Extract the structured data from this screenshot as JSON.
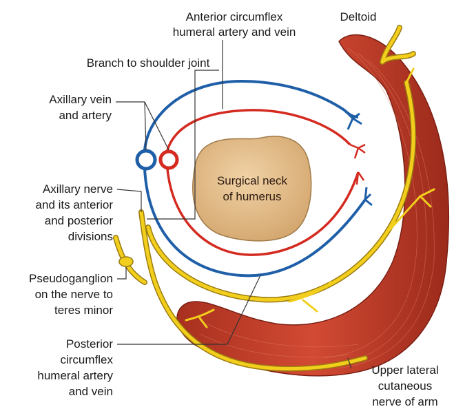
{
  "labels": {
    "anterior_circumflex": [
      "Anterior circumflex",
      "humeral artery and vein"
    ],
    "deltoid": "Deltoid",
    "branch_shoulder": "Branch to shoulder joint",
    "axillary_vein_artery": [
      "Axillary vein",
      "and artery"
    ],
    "surgical_neck": [
      "Surgical neck",
      "of humerus"
    ],
    "axillary_nerve": [
      "Axillary nerve",
      "and its anterior",
      "and posterior",
      "divisions"
    ],
    "pseudoganglion": [
      "Pseudoganglion",
      "on the nerve to",
      "teres minor"
    ],
    "posterior_circumflex": [
      "Posterior",
      "circumflex",
      "humeral artery",
      "and vein"
    ],
    "upper_lateral": [
      "Upper lateral",
      "cutaneous",
      "nerve of arm"
    ]
  },
  "colors": {
    "artery": "#d42a20",
    "vein": "#1f5fa8",
    "nerve": "#f2cf1c",
    "nerve_outline": "#9a7a10",
    "muscle": "#c0392b",
    "muscle_dark": "#8e2418",
    "bone": "#deb887",
    "bone_dark": "#b08a5a"
  }
}
